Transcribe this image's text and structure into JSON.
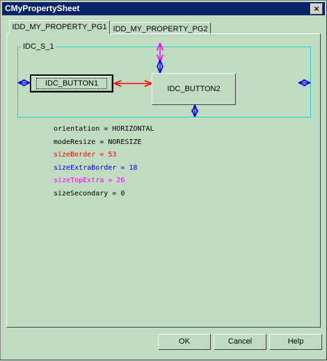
{
  "window": {
    "title": "CMyPropertySheet",
    "close_label": "×"
  },
  "tabs": [
    {
      "label": "IDD_MY_PROPERTY_PG1"
    },
    {
      "label": "IDD_MY_PROPERTY_PG2"
    }
  ],
  "group": {
    "label": "IDC_S_1"
  },
  "buttons": {
    "button1": "IDC_BUTTON1",
    "button2": "IDC_BUTTON2"
  },
  "properties": [
    {
      "text": "orientation = HORIZONTAL",
      "color": "#000000"
    },
    {
      "text": "modeResize = NORESIZE",
      "color": "#000000"
    },
    {
      "text": "sizeBorder = 53",
      "color": "#ff0000"
    },
    {
      "text": "sizeExtraBorder = 18",
      "color": "#0000ff"
    },
    {
      "text": "sizeTopExtra = 26",
      "color": "#ff00ff"
    },
    {
      "text": "sizeSecondary = 0",
      "color": "#000000"
    }
  ],
  "footer": {
    "ok": "OK",
    "cancel": "Cancel",
    "help": "Help"
  },
  "colors": {
    "background": "#c0dcc0",
    "titlebar": "#0a246a",
    "group_border": "#22d0d0",
    "red_arrow": "#ff0000",
    "blue_arrow": "#0000ff",
    "magenta_arrow": "#ff00ff"
  },
  "icons": [
    "close-icon",
    "double-arrow-icon"
  ]
}
